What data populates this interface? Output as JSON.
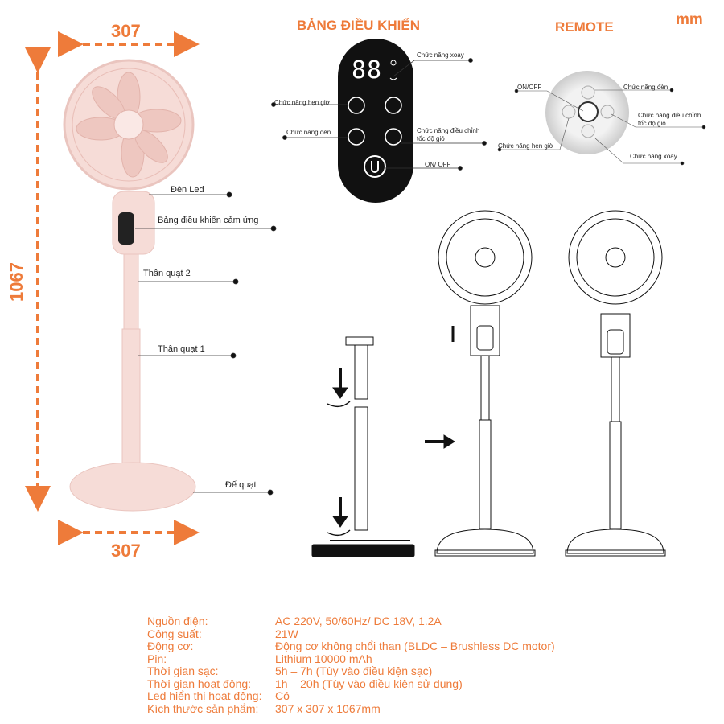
{
  "unit": "mm",
  "dimensions": {
    "width_top": "307",
    "width_bottom": "307",
    "height": "1067"
  },
  "fan_parts": {
    "led": "Đèn Led",
    "touch_panel": "Bảng điều khiển cảm ứng",
    "body2": "Thân quạt 2",
    "body1": "Thân quạt 1",
    "base": "Đế quạt"
  },
  "control_panel": {
    "title": "BẢNG ĐIỀU KHIỂN",
    "display": "88",
    "labels": {
      "swing": "Chức năng xoay",
      "timer": "Chức năng hẹn giờ",
      "light": "Chức năng đèn",
      "speed_1": "Chức năng điều chỉnh",
      "speed_2": "tốc độ gió",
      "power": "ON/ OFF"
    }
  },
  "remote": {
    "title": "REMOTE",
    "labels": {
      "power": "ON/OFF",
      "light": "Chức năng đèn",
      "speed_1": "Chức năng điều chỉnh",
      "speed_2": "tốc độ gió",
      "timer": "Chức năng hẹn giờ",
      "swing": "Chức năng xoay"
    }
  },
  "specs": [
    {
      "k": "Nguồn điện:",
      "v": "AC 220V, 50/60Hz/ DC 18V, 1.2A"
    },
    {
      "k": "Công suất:",
      "v": "21W"
    },
    {
      "k": "Động cơ:",
      "v": "Động cơ không chổi than (BLDC – Brushless DC motor)"
    },
    {
      "k": "Pin:",
      "v": "Lithium 10000 mAh"
    },
    {
      "k": "Thời gian sạc:",
      "v": "5h – 7h (Tùy vào điều kiện sạc)"
    },
    {
      "k": "Thời gian hoạt động:",
      "v": "1h – 20h (Tùy vào điều kiện sử dụng)"
    },
    {
      "k": "Led hiển thị hoạt động:",
      "v": "Có"
    },
    {
      "k": "Kích thước sản phẩm:",
      "v": "307 x 307 x 1067mm"
    }
  ],
  "colors": {
    "accent": "#ee7b3a",
    "fan": "#f6dcd7"
  }
}
